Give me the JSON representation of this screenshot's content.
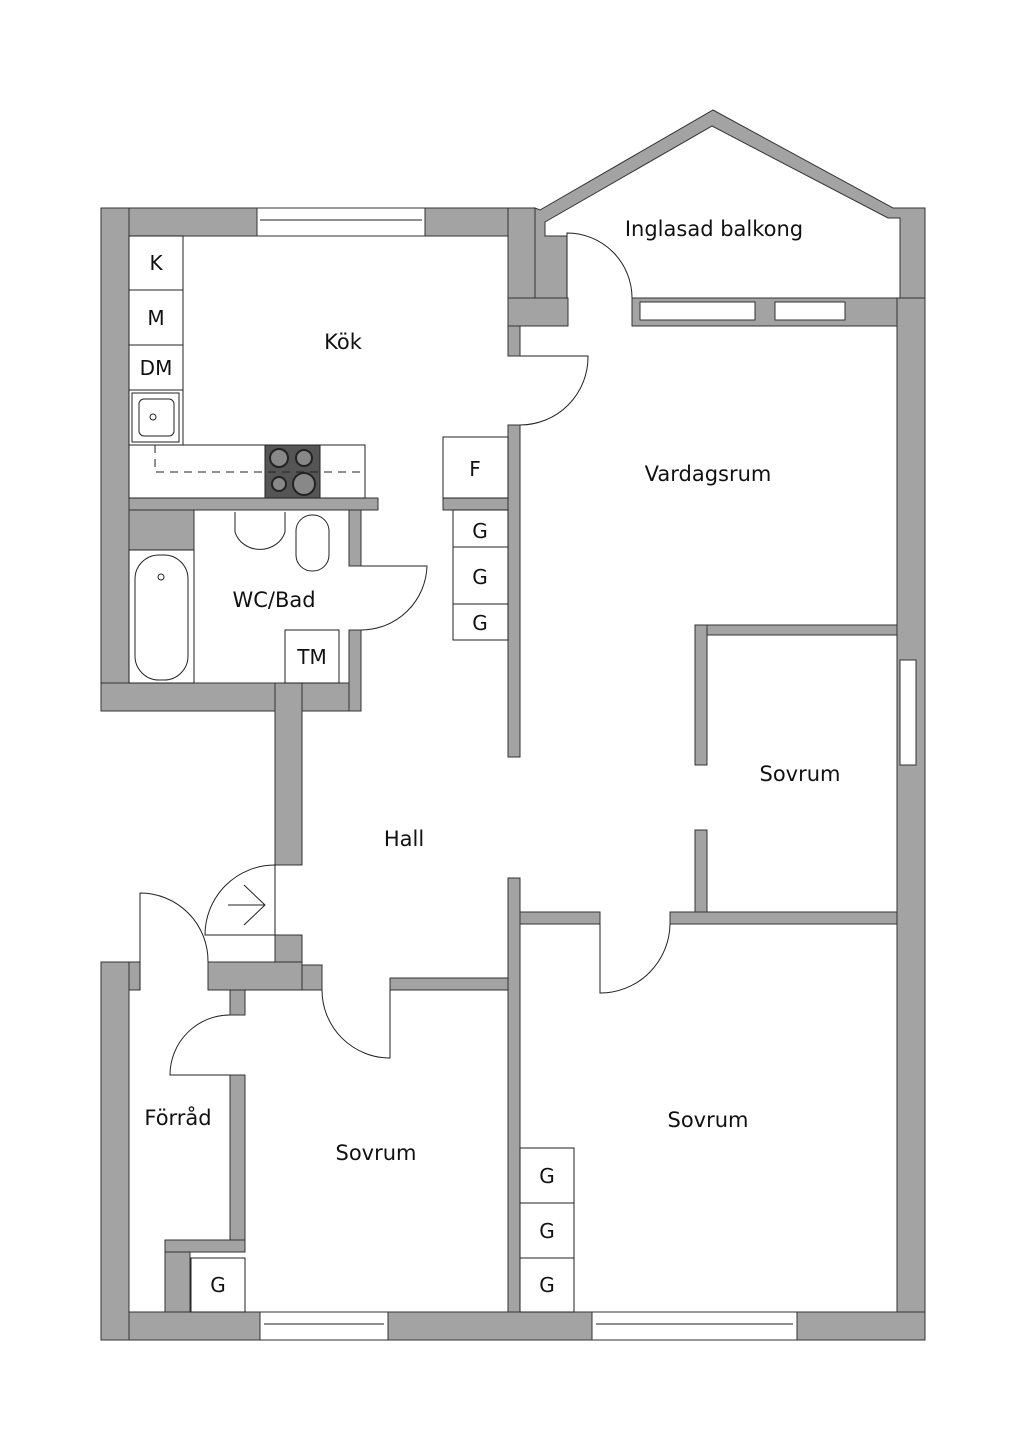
{
  "rooms": {
    "kitchen": "Kök",
    "balcony": "Inglasad balkong",
    "living": "Vardagsrum",
    "bath": "WC/Bad",
    "hall": "Hall",
    "bedroom_east": "Sovrum",
    "bedroom_southeast": "Sovrum",
    "bedroom_southwest": "Sovrum",
    "storage": "Förråd"
  },
  "fixtures": {
    "fridge": "K",
    "microwave": "M",
    "dishwasher": "DM",
    "freezer": "F",
    "wardrobe": "G",
    "washer": "TM"
  },
  "colors": {
    "wall": "#a3a3a3",
    "line": "#222222"
  }
}
